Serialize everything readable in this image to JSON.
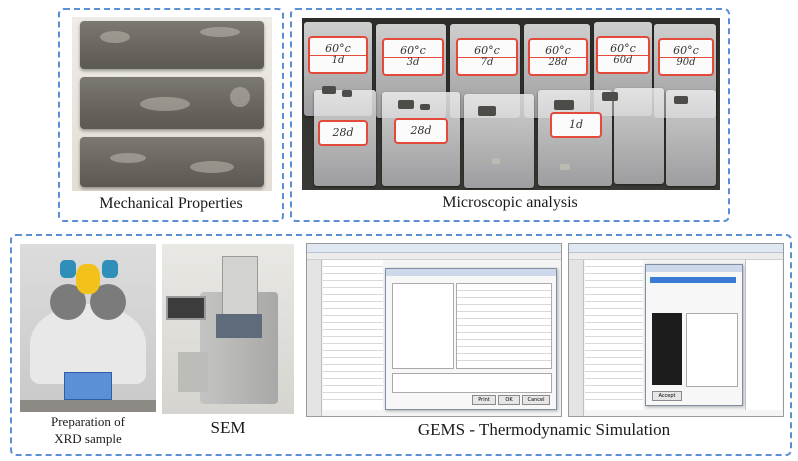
{
  "captions": {
    "mechanical": "Mechanical Properties",
    "microscopic": "Microscopic analysis",
    "xrd_line1": "Preparation of",
    "xrd_line2": "XRD sample",
    "sem": "SEM",
    "gems": "GEMS - Thermodynamic Simulation"
  },
  "bag_labels": [
    {
      "temp": "60°c",
      "day": "1d"
    },
    {
      "temp": "60°c",
      "day": "3d"
    },
    {
      "temp": "60°c",
      "day": "7d"
    },
    {
      "temp": "60°c",
      "day": "28d"
    },
    {
      "temp": "60°c",
      "day": "60d"
    },
    {
      "temp": "60°c",
      "day": "90d"
    }
  ],
  "bag_labels_lower": [
    "28d",
    "28d",
    "1d"
  ],
  "gems_buttons": [
    "Print",
    "OK",
    "Cancel",
    "Accept"
  ],
  "colors": {
    "panel_border": "#5b8fd4",
    "label_border": "#e44a3c"
  }
}
